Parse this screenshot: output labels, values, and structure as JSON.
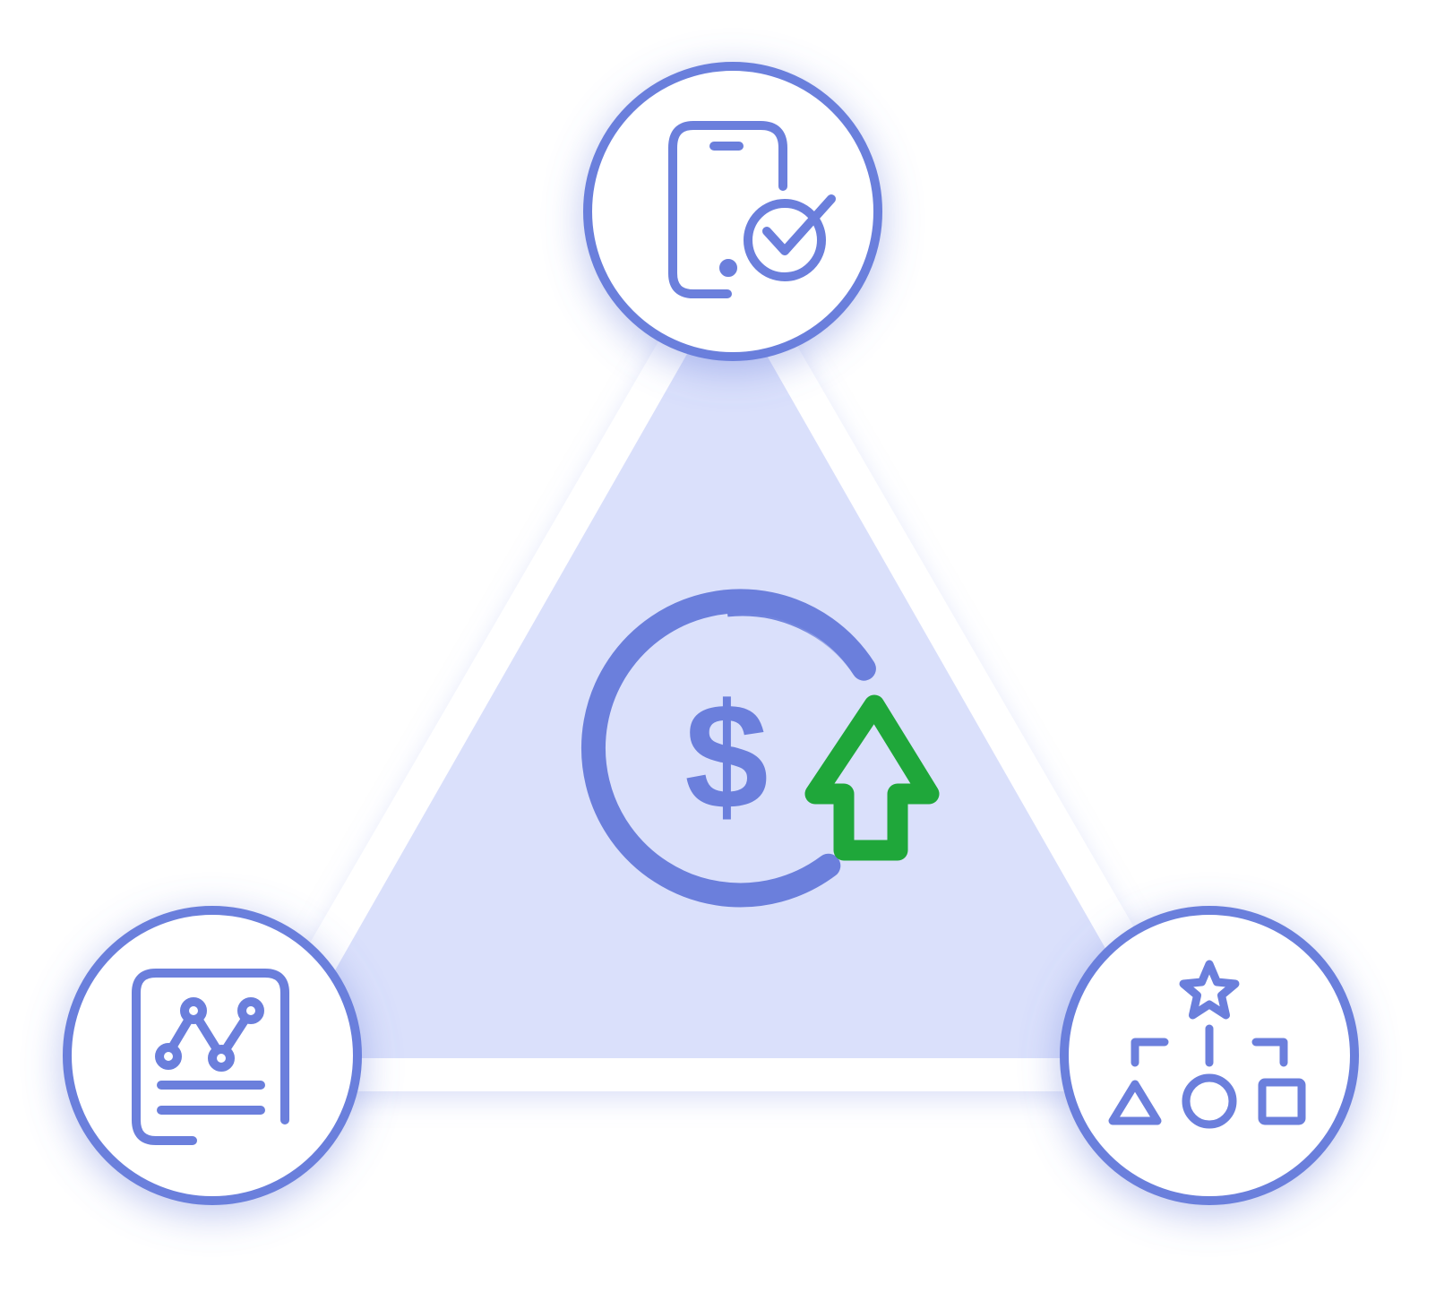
{
  "diagram": {
    "colors": {
      "stroke": "#6b7fdc",
      "triangle_fill": "#dae0fb",
      "triangle_edge": "#ffffff",
      "node_fill": "#ffffff",
      "arrow": "#1fa73a",
      "background": "#ffffff"
    },
    "center": {
      "icon": "revenue-growth-icon",
      "symbol": "$",
      "arrow_icon": "arrow-up-icon"
    },
    "nodes": [
      {
        "id": "top",
        "icon": "mobile-check-icon"
      },
      {
        "id": "left",
        "icon": "report-chart-icon"
      },
      {
        "id": "right",
        "icon": "hierarchy-shapes-icon"
      }
    ]
  }
}
